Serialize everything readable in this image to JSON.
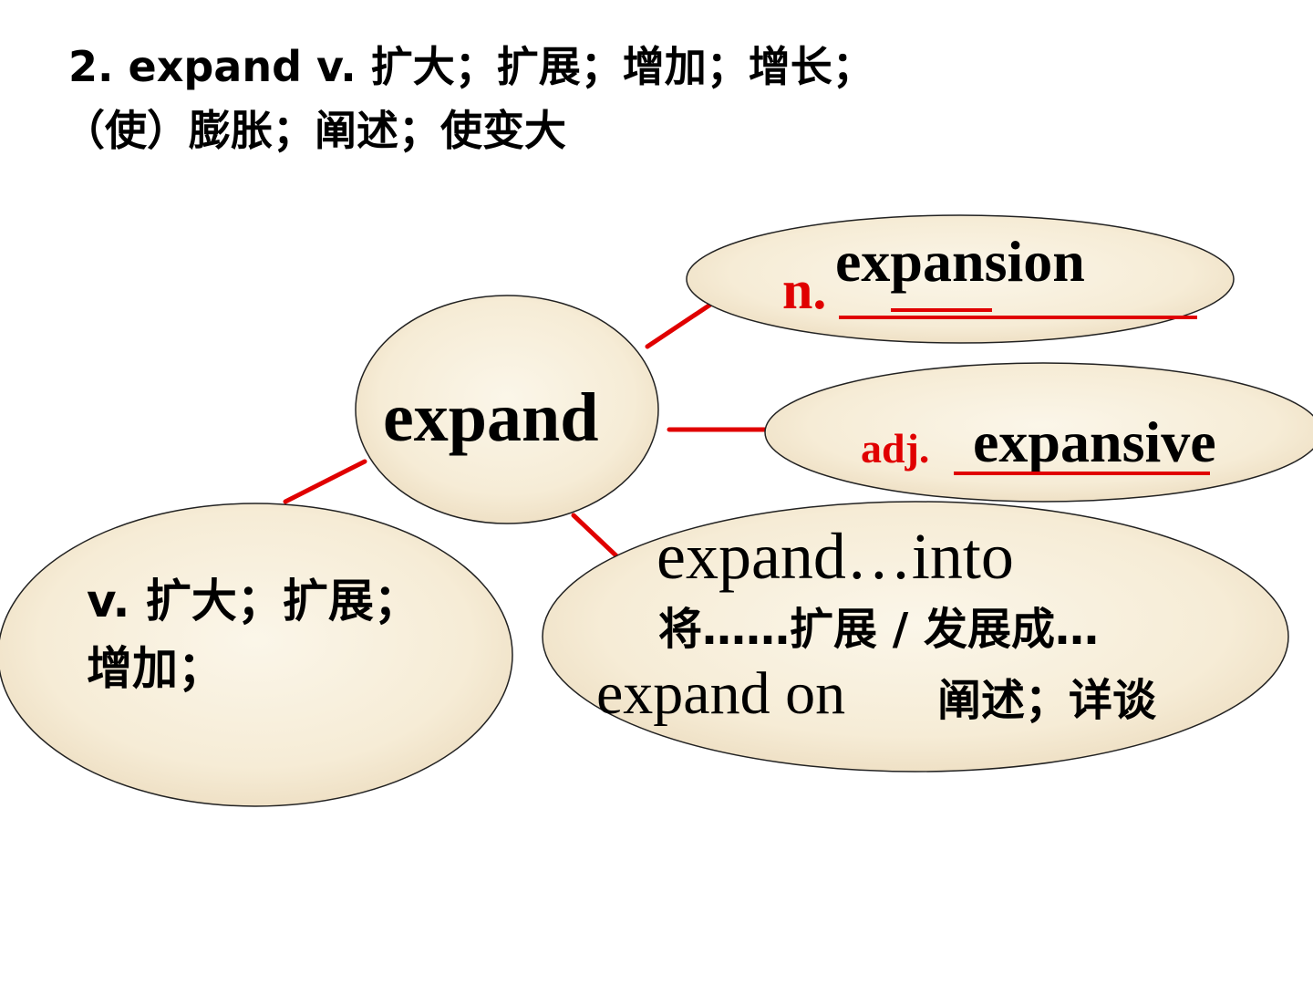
{
  "heading": {
    "line1": "2. expand v. 扩大；扩展；增加；增长；",
    "line2": "（使）膨胀；阐述；使变大"
  },
  "center": {
    "word": "expand"
  },
  "noun_node": {
    "pos_label": "n.",
    "answer": "expansion"
  },
  "adj_node": {
    "pos_label": "adj.",
    "answer": "expansive"
  },
  "verb_node": {
    "line1": "v. 扩大；扩展；",
    "line2": "增加；"
  },
  "phrase_node": {
    "phrase1": "expand…into",
    "meaning1": "将……扩展 / 发展成…",
    "phrase2": "expand on",
    "meaning2": "阐述；详谈"
  },
  "colors": {
    "bubble_fill_center": "#fbf5e6",
    "bubble_fill_edge": "#ecdcc0",
    "bubble_stroke": "#222222",
    "connector": "#e00000",
    "label_red": "#e00000",
    "text": "#000000"
  }
}
